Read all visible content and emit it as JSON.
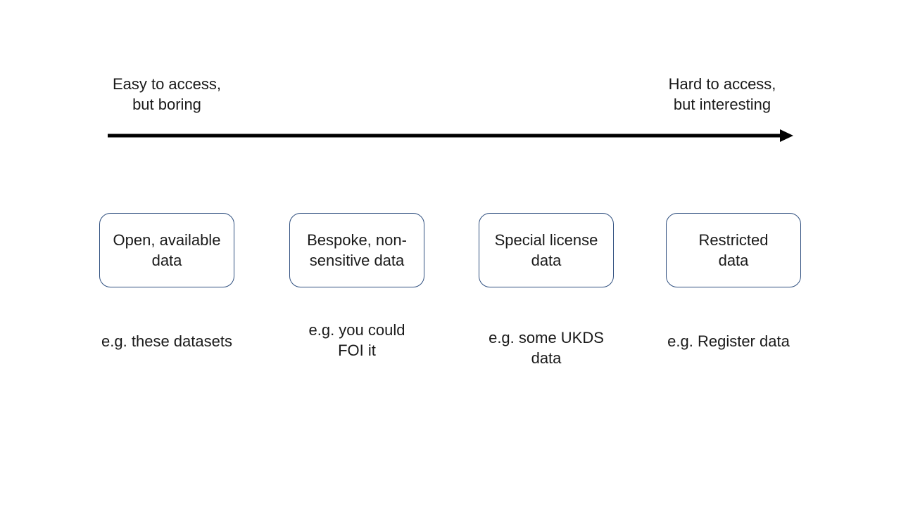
{
  "axis": {
    "left_label": "Easy to access,\nbut boring",
    "right_label": "Hard to access,\nbut interesting"
  },
  "categories": [
    {
      "label": "Open, available\ndata",
      "example": "e.g. these datasets"
    },
    {
      "label": "Bespoke, non-\nsensitive data",
      "example": "e.g. you could\nFOI it"
    },
    {
      "label": "Special license\ndata",
      "example": "e.g. some UKDS\ndata"
    },
    {
      "label": "Restricted\ndata",
      "example": "e.g. Register data"
    }
  ],
  "colors": {
    "box_border": "#2f4f7f",
    "arrow": "#000000",
    "text": "#1a1a1a"
  }
}
